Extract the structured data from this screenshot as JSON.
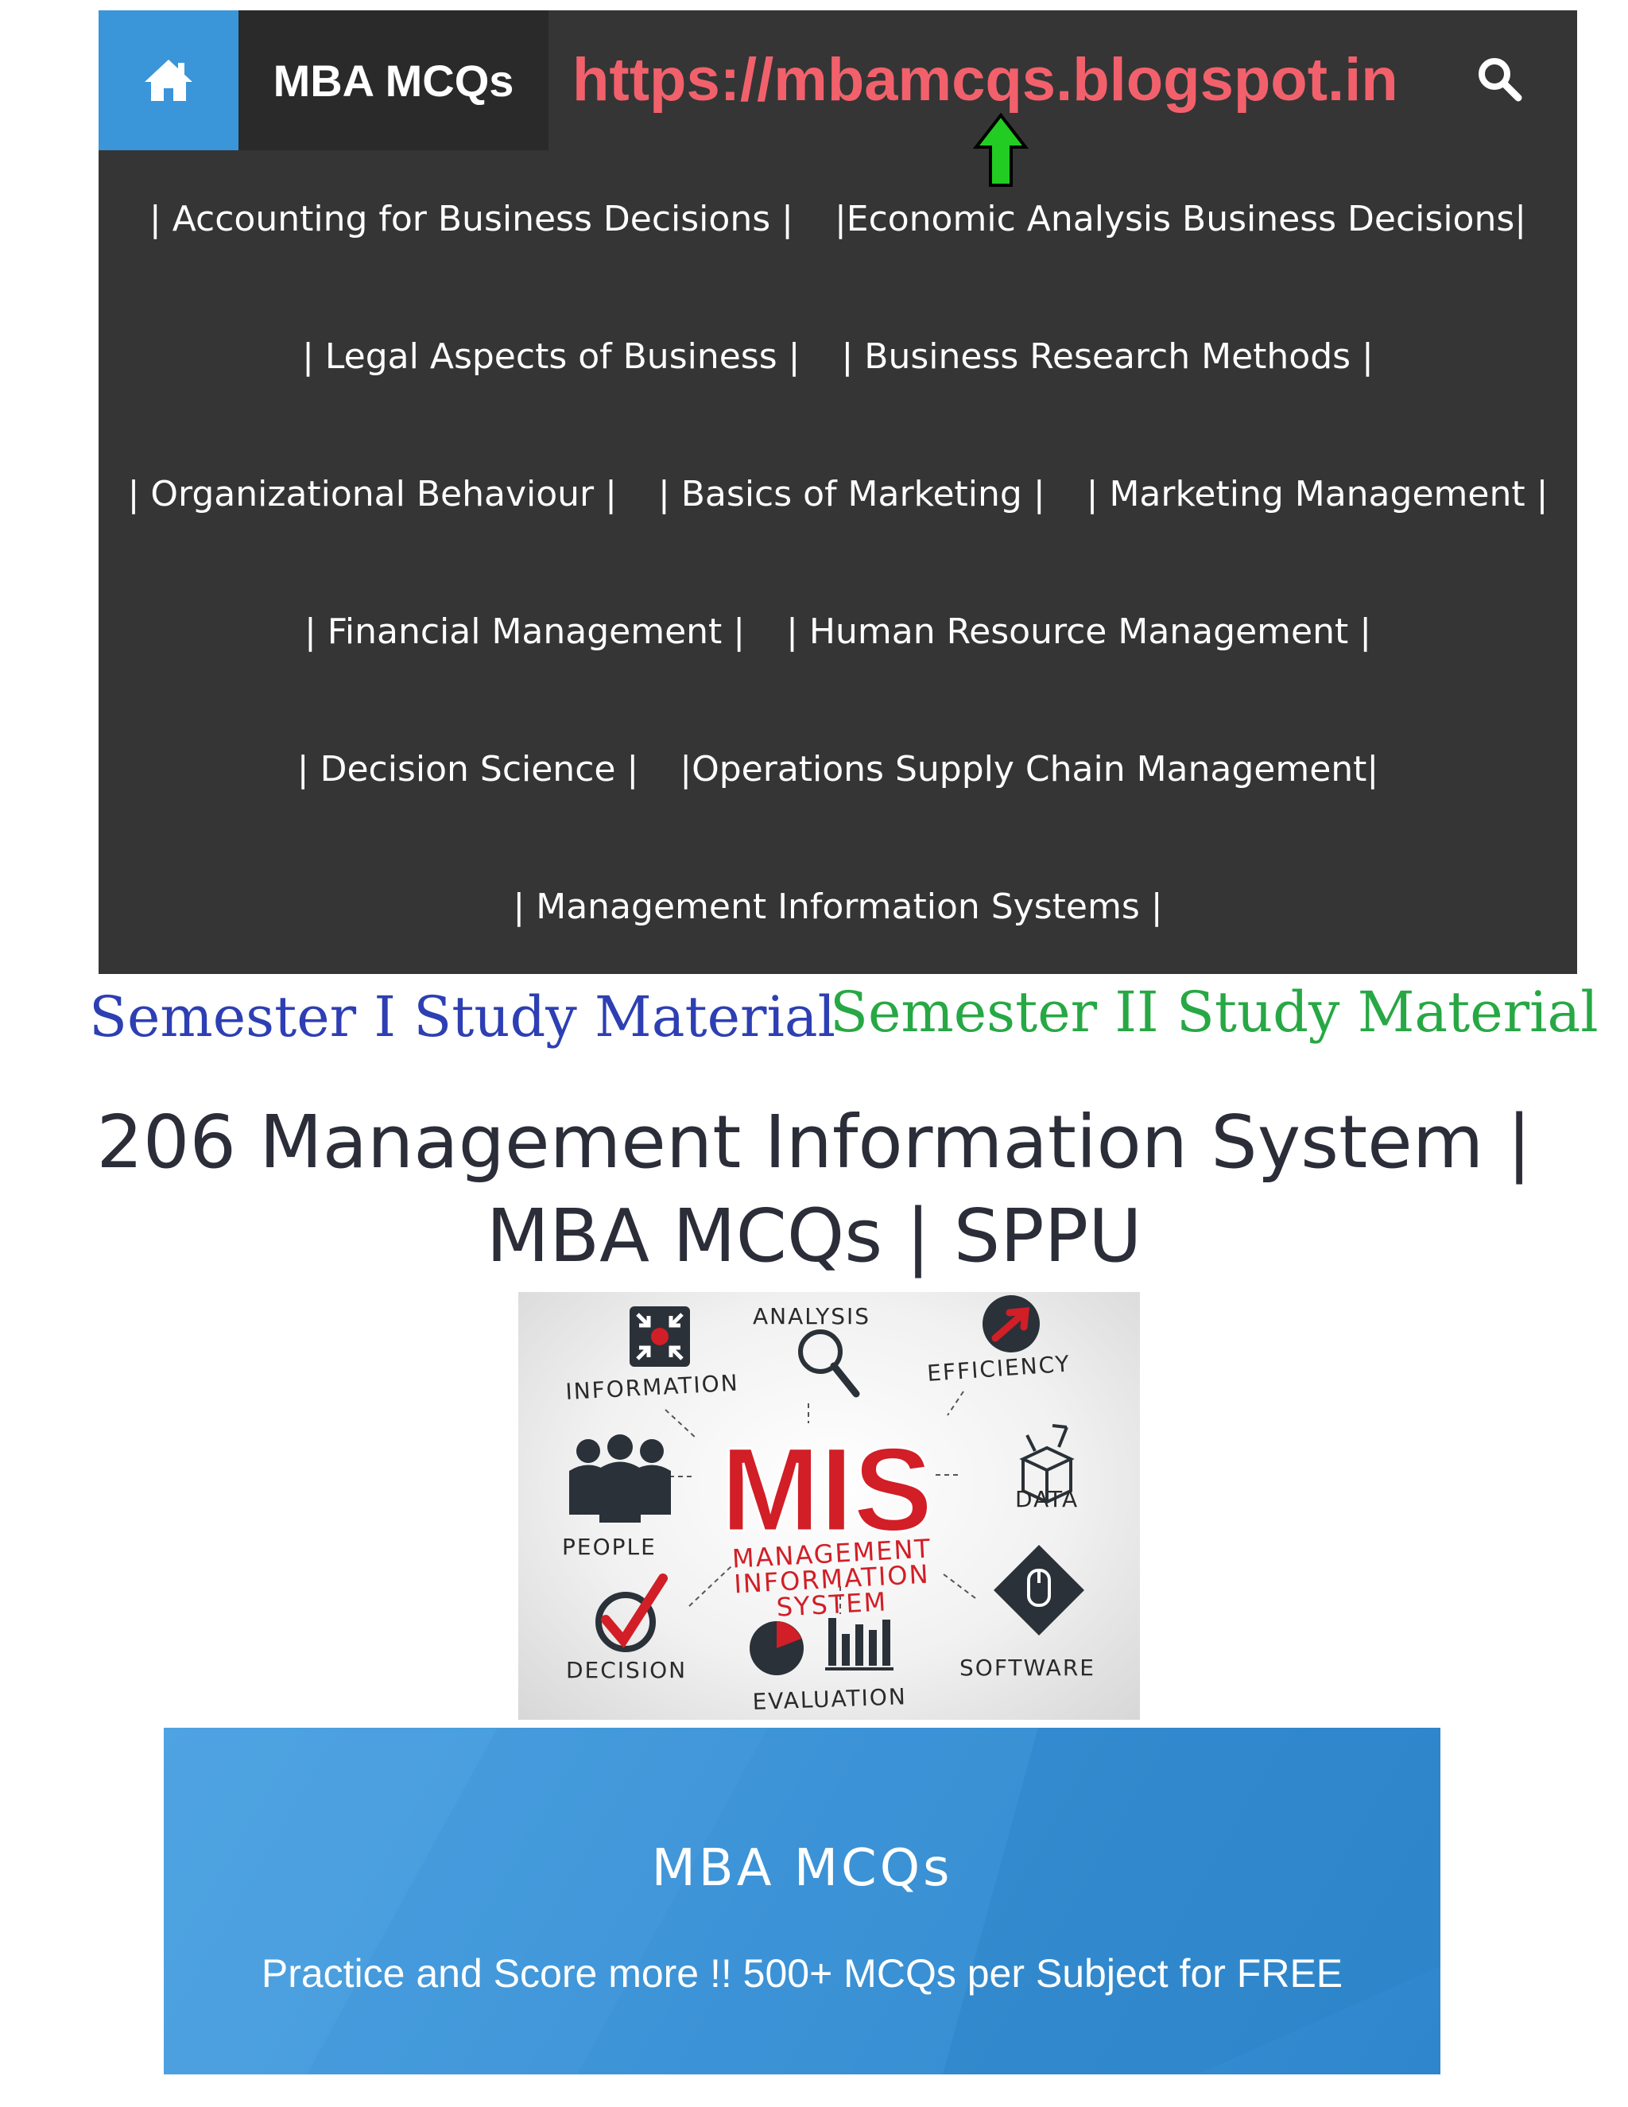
{
  "header": {
    "brand": "MBA MCQs",
    "url": "https://mbamcqs.blogspot.in",
    "icons": {
      "home": "home-icon",
      "search": "search-icon",
      "pointer": "up-arrow-icon"
    },
    "colors": {
      "home_bg": "#3a95d9",
      "url": "#f2616b",
      "arrow": "#22cc22"
    }
  },
  "menu": {
    "rows": [
      [
        "| Accounting for Business Decisions |",
        "|Economic Analysis Business Decisions|"
      ],
      [
        "| Legal Aspects of Business |",
        "| Business Research Methods |"
      ],
      [
        "| Organizational Behaviour |",
        "| Basics of Marketing |",
        "| Marketing Management |"
      ],
      [
        "| Financial Management |",
        "| Human Resource Management |"
      ],
      [
        "| Decision Science |",
        "|Operations Supply Chain Management|"
      ],
      [
        "| Management Information Systems |"
      ]
    ]
  },
  "semester": {
    "sem1": "Semester  I  Study  Material",
    "sem2": "Semester  II  Study  Material",
    "colors": {
      "sem1": "#2d3fb3",
      "sem2": "#27a844"
    }
  },
  "post": {
    "title_line1": "206  Management Information System |",
    "title_line2": "MBA MCQs | SPPU"
  },
  "mis_image": {
    "center_big": "MIS",
    "center_lines": [
      "MANAGEMENT",
      "INFORMATION",
      "SYSTEM"
    ],
    "labels": {
      "analysis": "ANALYSIS",
      "efficiency": "EFFICIENCY",
      "information": "INFORMATION",
      "data": "DATA",
      "people": "PEOPLE",
      "decision": "DECISION",
      "evaluation": "EVALUATION",
      "software": "SOFTWARE"
    },
    "colors": {
      "mis_red": "#d21e26",
      "icon_dark": "#2a3138"
    }
  },
  "banner": {
    "title": "MBA MCQs",
    "subtitle": "Practice and Score more !! 500+ MCQs per Subject for FREE"
  }
}
